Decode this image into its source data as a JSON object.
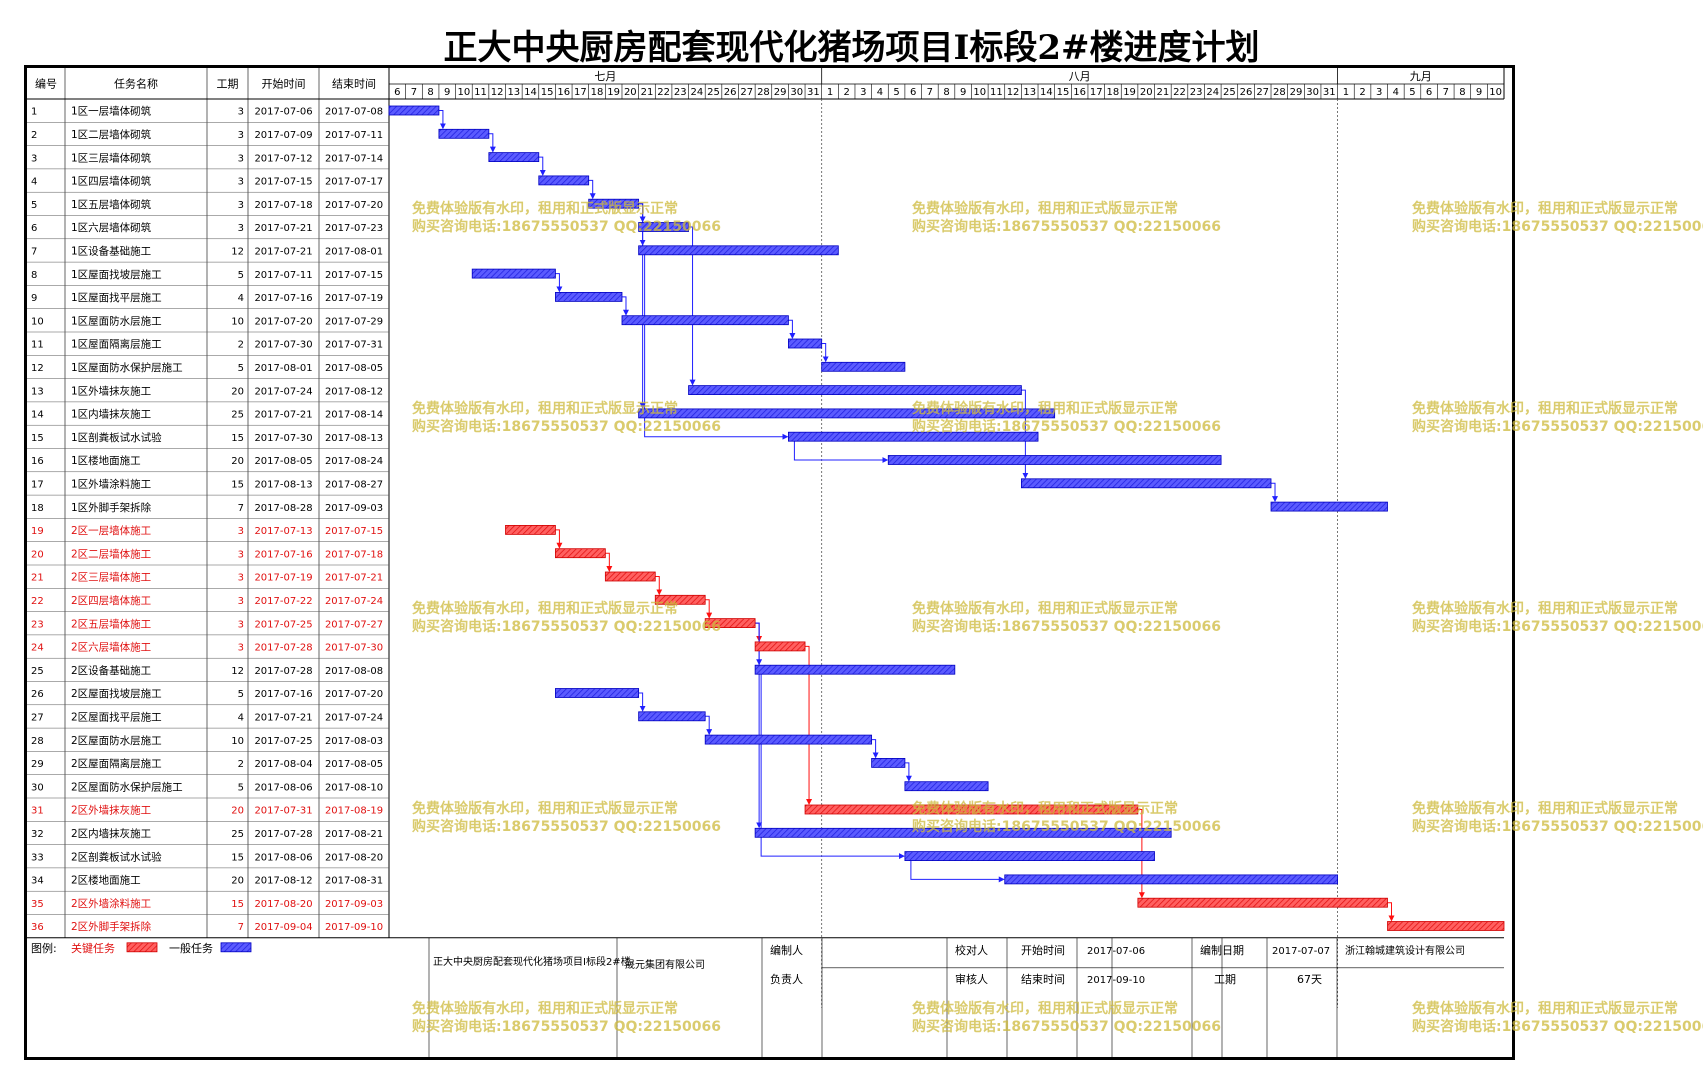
{
  "title": "正大中央厨房配套现代化猪场项目I标段2#楼进度计划",
  "headers": {
    "id": "编号",
    "name": "任务名称",
    "dur": "工期",
    "start": "开始时间",
    "end": "结束时间"
  },
  "months": [
    {
      "label": "七月",
      "days": [
        "6",
        "7",
        "8",
        "9",
        "10",
        "11",
        "12",
        "13",
        "14",
        "15",
        "16",
        "17",
        "18",
        "19",
        "20",
        "21",
        "22",
        "23",
        "24",
        "25",
        "26",
        "27",
        "28",
        "29",
        "30",
        "31"
      ]
    },
    {
      "label": "八月",
      "days": [
        "1",
        "2",
        "3",
        "4",
        "5",
        "6",
        "7",
        "8",
        "9",
        "10",
        "11",
        "12",
        "13",
        "14",
        "15",
        "16",
        "17",
        "18",
        "19",
        "20",
        "21",
        "22",
        "23",
        "24",
        "25",
        "26",
        "27",
        "28",
        "29",
        "30",
        "31"
      ]
    },
    {
      "label": "九月",
      "days": [
        "1",
        "2",
        "3",
        "4",
        "5",
        "6",
        "7",
        "8",
        "9",
        "10"
      ]
    }
  ],
  "colors": {
    "critical": "#ff2020",
    "normal": "#2828ff",
    "critical_text": "#e01010",
    "text": "#000000",
    "grid": "#808080"
  },
  "chart_data": {
    "type": "gantt",
    "x_range": [
      "2017-07-06",
      "2017-09-10"
    ],
    "tasks": [
      {
        "id": "1",
        "name": "1区一层墙体砌筑",
        "dur": "3",
        "start": "2017-07-06",
        "end": "2017-07-08",
        "critical": false,
        "pred": []
      },
      {
        "id": "2",
        "name": "1区二层墙体砌筑",
        "dur": "3",
        "start": "2017-07-09",
        "end": "2017-07-11",
        "critical": false,
        "pred": [
          1
        ]
      },
      {
        "id": "3",
        "name": "1区三层墙体砌筑",
        "dur": "3",
        "start": "2017-07-12",
        "end": "2017-07-14",
        "critical": false,
        "pred": [
          2
        ]
      },
      {
        "id": "4",
        "name": "1区四层墙体砌筑",
        "dur": "3",
        "start": "2017-07-15",
        "end": "2017-07-17",
        "critical": false,
        "pred": [
          3
        ]
      },
      {
        "id": "5",
        "name": "1区五层墙体砌筑",
        "dur": "3",
        "start": "2017-07-18",
        "end": "2017-07-20",
        "critical": false,
        "pred": [
          4
        ]
      },
      {
        "id": "6",
        "name": "1区六层墙体砌筑",
        "dur": "3",
        "start": "2017-07-21",
        "end": "2017-07-23",
        "critical": false,
        "pred": [
          5
        ]
      },
      {
        "id": "7",
        "name": "1区设备基础施工",
        "dur": "12",
        "start": "2017-07-21",
        "end": "2017-08-01",
        "critical": false,
        "pred": [
          5
        ]
      },
      {
        "id": "8",
        "name": "1区屋面找坡层施工",
        "dur": "5",
        "start": "2017-07-11",
        "end": "2017-07-15",
        "critical": false,
        "pred": []
      },
      {
        "id": "9",
        "name": "1区屋面找平层施工",
        "dur": "4",
        "start": "2017-07-16",
        "end": "2017-07-19",
        "critical": false,
        "pred": [
          8
        ]
      },
      {
        "id": "10",
        "name": "1区屋面防水层施工",
        "dur": "10",
        "start": "2017-07-20",
        "end": "2017-07-29",
        "critical": false,
        "pred": [
          9
        ]
      },
      {
        "id": "11",
        "name": "1区屋面隔离层施工",
        "dur": "2",
        "start": "2017-07-30",
        "end": "2017-07-31",
        "critical": false,
        "pred": [
          10
        ]
      },
      {
        "id": "12",
        "name": "1区屋面防水保护层施工",
        "dur": "5",
        "start": "2017-08-01",
        "end": "2017-08-05",
        "critical": false,
        "pred": [
          11
        ]
      },
      {
        "id": "13",
        "name": "1区外墙抹灰施工",
        "dur": "20",
        "start": "2017-07-24",
        "end": "2017-08-12",
        "critical": false,
        "pred": [
          6
        ]
      },
      {
        "id": "14",
        "name": "1区内墙抹灰施工",
        "dur": "25",
        "start": "2017-07-21",
        "end": "2017-08-14",
        "critical": false,
        "pred": [
          5
        ]
      },
      {
        "id": "15",
        "name": "1区剖粪板试水试验",
        "dur": "15",
        "start": "2017-07-30",
        "end": "2017-08-13",
        "critical": false,
        "pred": [
          7
        ]
      },
      {
        "id": "16",
        "name": "1区楼地面施工",
        "dur": "20",
        "start": "2017-08-05",
        "end": "2017-08-24",
        "critical": false,
        "pred": [
          15
        ]
      },
      {
        "id": "17",
        "name": "1区外墙涂料施工",
        "dur": "15",
        "start": "2017-08-13",
        "end": "2017-08-27",
        "critical": false,
        "pred": [
          13
        ]
      },
      {
        "id": "18",
        "name": "1区外脚手架拆除",
        "dur": "7",
        "start": "2017-08-28",
        "end": "2017-09-03",
        "critical": false,
        "pred": [
          17
        ]
      },
      {
        "id": "19",
        "name": "2区一层墙体施工",
        "dur": "3",
        "start": "2017-07-13",
        "end": "2017-07-15",
        "critical": true,
        "pred": []
      },
      {
        "id": "20",
        "name": "2区二层墙体施工",
        "dur": "3",
        "start": "2017-07-16",
        "end": "2017-07-18",
        "critical": true,
        "pred": [
          19
        ]
      },
      {
        "id": "21",
        "name": "2区三层墙体施工",
        "dur": "3",
        "start": "2017-07-19",
        "end": "2017-07-21",
        "critical": true,
        "pred": [
          20
        ]
      },
      {
        "id": "22",
        "name": "2区四层墙体施工",
        "dur": "3",
        "start": "2017-07-22",
        "end": "2017-07-24",
        "critical": true,
        "pred": [
          21
        ]
      },
      {
        "id": "23",
        "name": "2区五层墙体施工",
        "dur": "3",
        "start": "2017-07-25",
        "end": "2017-07-27",
        "critical": true,
        "pred": [
          22
        ]
      },
      {
        "id": "24",
        "name": "2区六层墙体施工",
        "dur": "3",
        "start": "2017-07-28",
        "end": "2017-07-30",
        "critical": true,
        "pred": [
          23
        ]
      },
      {
        "id": "25",
        "name": "2区设备基础施工",
        "dur": "12",
        "start": "2017-07-28",
        "end": "2017-08-08",
        "critical": false,
        "pred": [
          23
        ]
      },
      {
        "id": "26",
        "name": "2区屋面找坡层施工",
        "dur": "5",
        "start": "2017-07-16",
        "end": "2017-07-20",
        "critical": false,
        "pred": []
      },
      {
        "id": "27",
        "name": "2区屋面找平层施工",
        "dur": "4",
        "start": "2017-07-21",
        "end": "2017-07-24",
        "critical": false,
        "pred": [
          26
        ]
      },
      {
        "id": "28",
        "name": "2区屋面防水层施工",
        "dur": "10",
        "start": "2017-07-25",
        "end": "2017-08-03",
        "critical": false,
        "pred": [
          27
        ]
      },
      {
        "id": "29",
        "name": "2区屋面隔离层施工",
        "dur": "2",
        "start": "2017-08-04",
        "end": "2017-08-05",
        "critical": false,
        "pred": [
          28
        ]
      },
      {
        "id": "30",
        "name": "2区屋面防水保护层施工",
        "dur": "5",
        "start": "2017-08-06",
        "end": "2017-08-10",
        "critical": false,
        "pred": [
          29
        ]
      },
      {
        "id": "31",
        "name": "2区外墙抹灰施工",
        "dur": "20",
        "start": "2017-07-31",
        "end": "2017-08-19",
        "critical": true,
        "pred": [
          24
        ]
      },
      {
        "id": "32",
        "name": "2区内墙抹灰施工",
        "dur": "25",
        "start": "2017-07-28",
        "end": "2017-08-21",
        "critical": false,
        "pred": [
          23
        ]
      },
      {
        "id": "33",
        "name": "2区剖粪板试水试验",
        "dur": "15",
        "start": "2017-08-06",
        "end": "2017-08-20",
        "critical": false,
        "pred": [
          25
        ]
      },
      {
        "id": "34",
        "name": "2区楼地面施工",
        "dur": "20",
        "start": "2017-08-12",
        "end": "2017-08-31",
        "critical": false,
        "pred": [
          33
        ]
      },
      {
        "id": "35",
        "name": "2区外墙涂料施工",
        "dur": "15",
        "start": "2017-08-20",
        "end": "2017-09-03",
        "critical": true,
        "pred": [
          31
        ]
      },
      {
        "id": "36",
        "name": "2区外脚手架拆除",
        "dur": "7",
        "start": "2017-09-04",
        "end": "2017-09-10",
        "critical": true,
        "pred": [
          35
        ]
      }
    ]
  },
  "legend": {
    "label": "图例:",
    "critical": "关键任务",
    "normal": "一般任务"
  },
  "footer": {
    "project": "正大中央厨房配套现代化猪场项目I标段2#楼",
    "company": "晟元集团有限公司",
    "editor_label": "编制人",
    "owner_label": "负责人",
    "checker_label": "校对人",
    "reviewer_label": "审核人",
    "start_label": "开始时间",
    "start_value": "2017-07-06",
    "end_label": "结束时间",
    "end_value": "2017-09-10",
    "date_label": "编制日期",
    "date_value": "2017-07-07",
    "dur_label": "工期",
    "dur_value": "67天",
    "designer": "浙江翰城建筑设计有限公司"
  },
  "watermark": {
    "line1": "免费体验版有水印，租用和正式版显示正常",
    "line2": "购买咨询电话:18675550537 QQ:22150066"
  }
}
